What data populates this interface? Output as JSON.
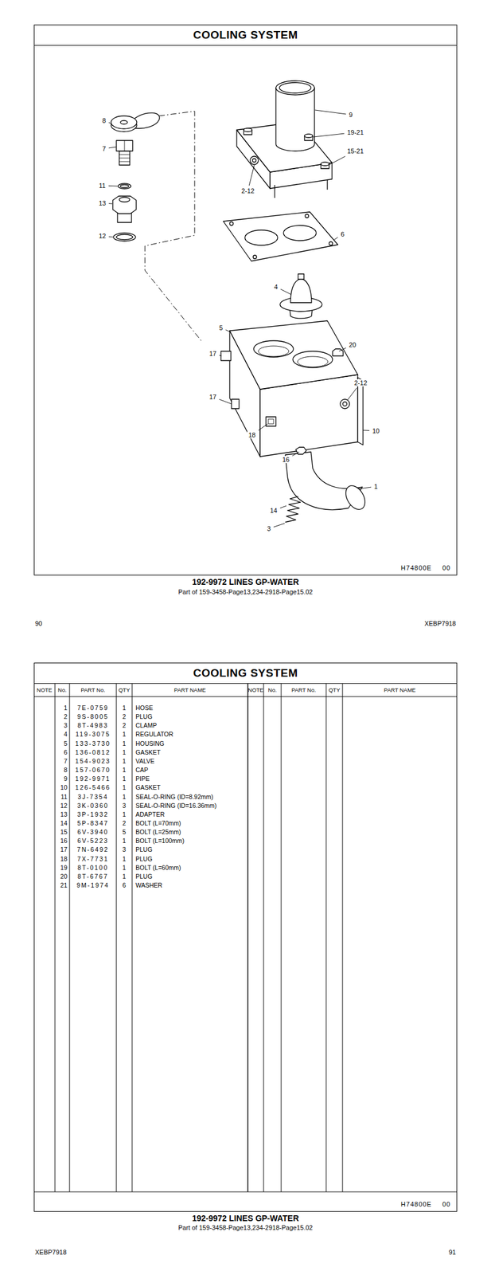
{
  "diagram": {
    "nodes": [
      {
        "text": [
          "COOLING SYSTEM",
          "H74800E 00"
        ]
      },
      {
        "text": [
          "COOLING SYSTEM",
          "H74800E 00"
        ]
      }
    ],
    "labels": [
      "8",
      "7",
      "11",
      "13",
      "12",
      "9",
      "19-21",
      "15-21",
      "2-12",
      "6",
      "4",
      "5",
      "17",
      "20",
      "2-12",
      "17",
      "18",
      "10",
      "16",
      "1",
      "14",
      "3",
      "192-9972 LINES GP-WATER",
      "Part of 159-3458-Page13,234-2918-Page15.02",
      "90",
      "XEBP7918",
      "NOTE",
      "No.",
      "PART No.",
      "QTY",
      "PART NAME",
      "NOTE",
      "No.",
      "PART No.",
      "QTY",
      "PART NAME",
      "1",
      "7E-0759",
      "1",
      "HOSE",
      "2",
      "9S-8005",
      "2",
      "PLUG",
      "3",
      "8T-4983",
      "2",
      "CLAMP",
      "4",
      "119-3075",
      "1",
      "REGULATOR",
      "5",
      "133-3730",
      "1",
      "HOUSING",
      "6",
      "136-0812",
      "1",
      "GASKET",
      "7",
      "154-9023",
      "1",
      "VALVE",
      "8",
      "157-0670",
      "1",
      "CAP",
      "9",
      "192-9971",
      "1",
      "PIPE",
      "10",
      "126-5466",
      "1",
      "GASKET",
      "11",
      "3J-7354",
      "1",
      "SEAL-O-RING (ID=8.92mm)",
      "12",
      "3K-0360",
      "3",
      "SEAL-O-RING (ID=16.36mm)",
      "13",
      "3P-1932",
      "1",
      "ADAPTER",
      "14",
      "5P-8347",
      "2",
      "BOLT (L=70mm)",
      "15",
      "6V-3940",
      "5",
      "BOLT (L=25mm)",
      "16",
      "6V-5223",
      "1",
      "BOLT (L=100mm)",
      "17",
      "7N-6492",
      "3",
      "PLUG",
      "18",
      "7X-7731",
      "1",
      "PLUG",
      "19",
      "8T-0100",
      "1",
      "BOLT (L=60mm)",
      "20",
      "8T-6767",
      "1",
      "PLUG",
      "21",
      "9M-1974",
      "6",
      "WASHER",
      "192-9972 LINES GP-WATER",
      "Part of 159-3458-Page13,234-2918-Page15.02",
      "XEBP7918",
      "91"
    ]
  }
}
